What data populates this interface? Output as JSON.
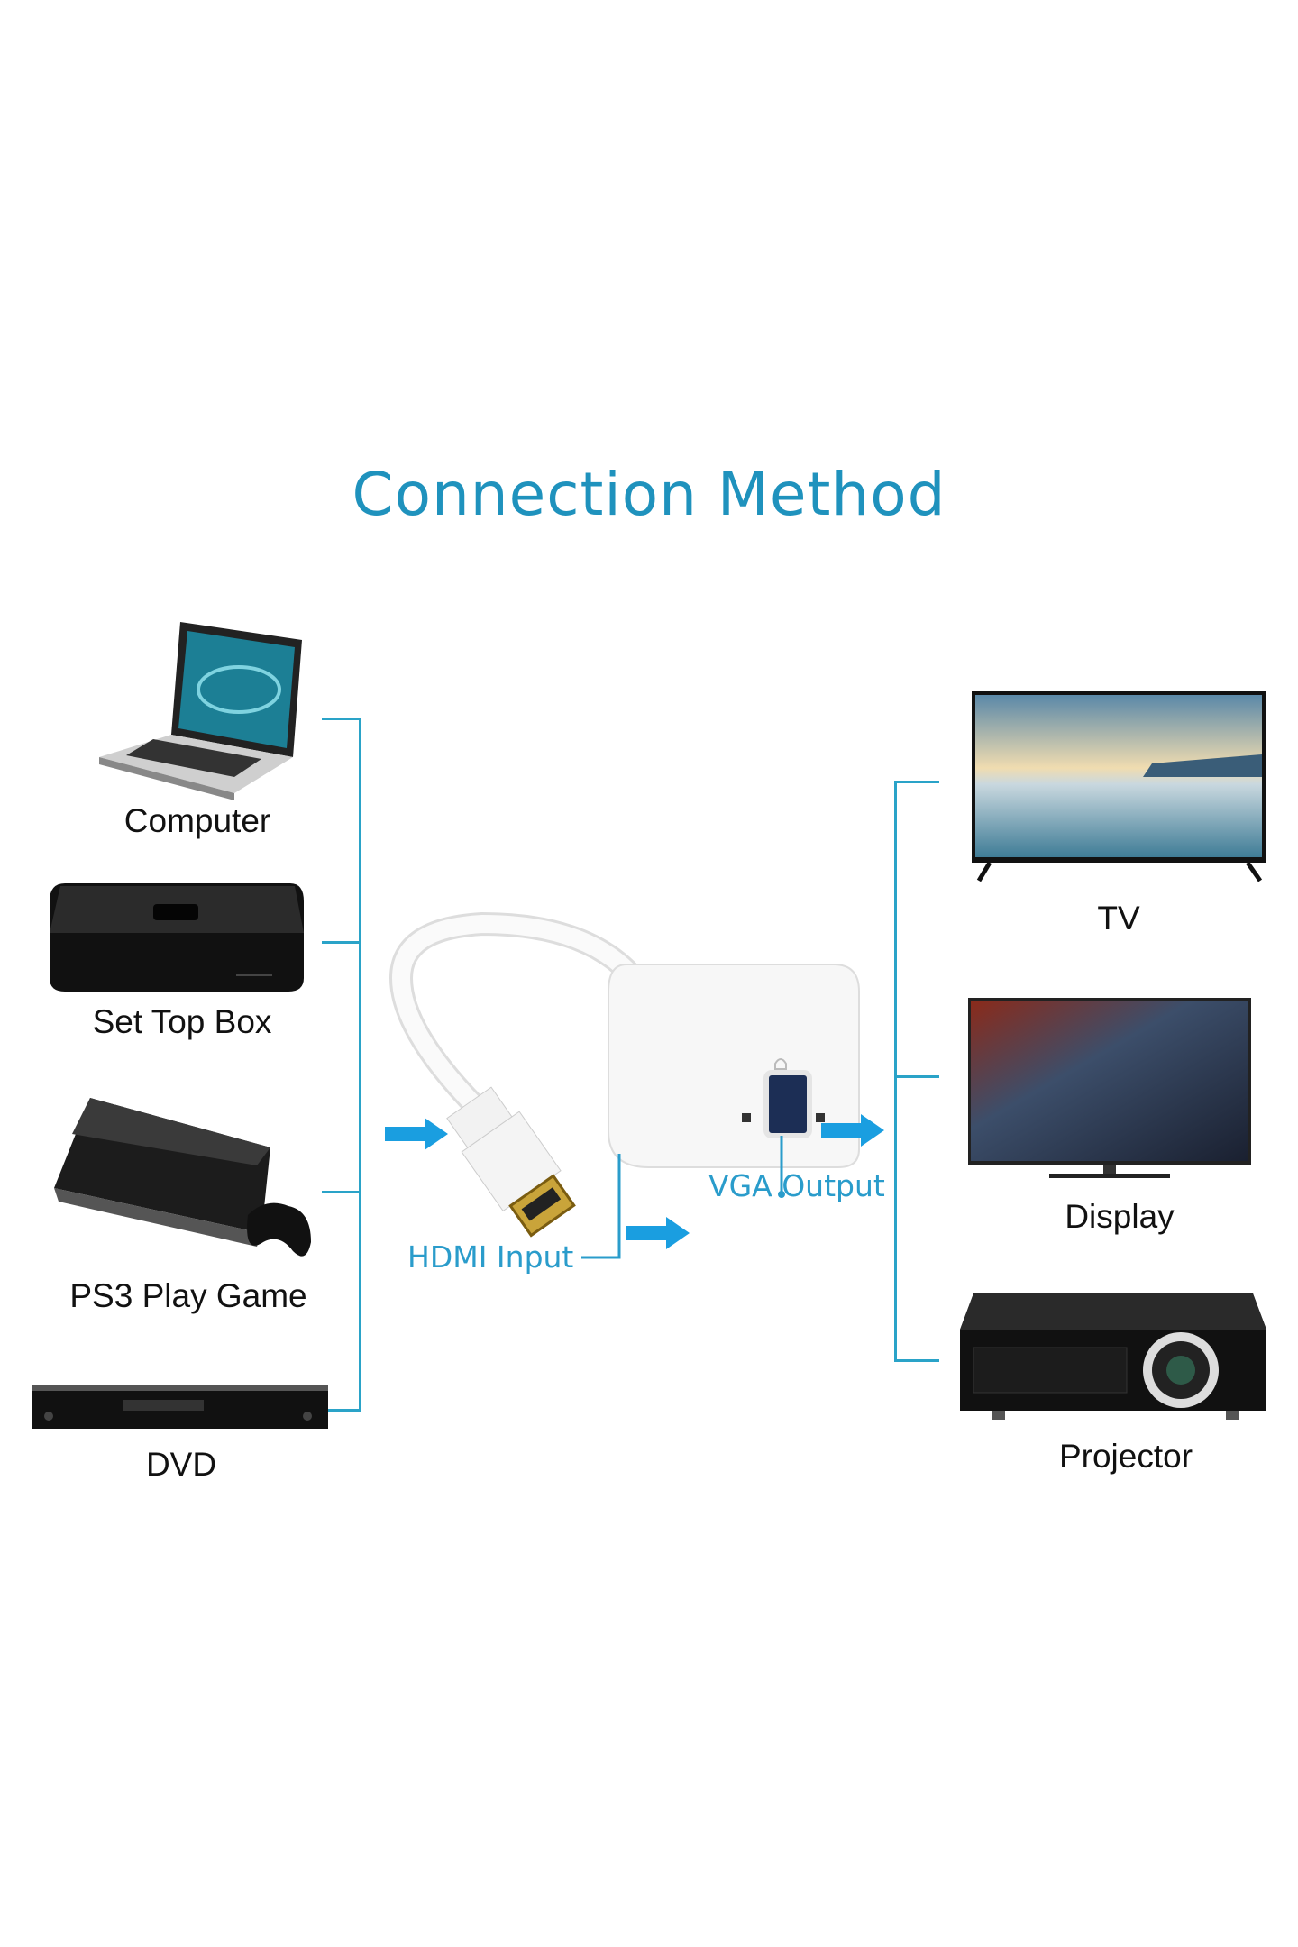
{
  "title": "Connection Method",
  "sources": [
    {
      "label": "Computer",
      "icon": "laptop-icon"
    },
    {
      "label": "Set Top Box",
      "icon": "set-top-box-icon"
    },
    {
      "label": "PS3 Play Game",
      "icon": "game-console-icon"
    },
    {
      "label": "DVD",
      "icon": "dvd-player-icon"
    }
  ],
  "outputs": [
    {
      "label": "TV",
      "icon": "tv-icon"
    },
    {
      "label": "Display",
      "icon": "monitor-icon"
    },
    {
      "label": "Projector",
      "icon": "projector-icon"
    }
  ],
  "adapter": {
    "input_label": "HDMI Input",
    "output_label": "VGA Output"
  },
  "colors": {
    "accent": "#1f92bd",
    "bracket": "#2aa3c8",
    "arrow": "#1a9ee0"
  }
}
